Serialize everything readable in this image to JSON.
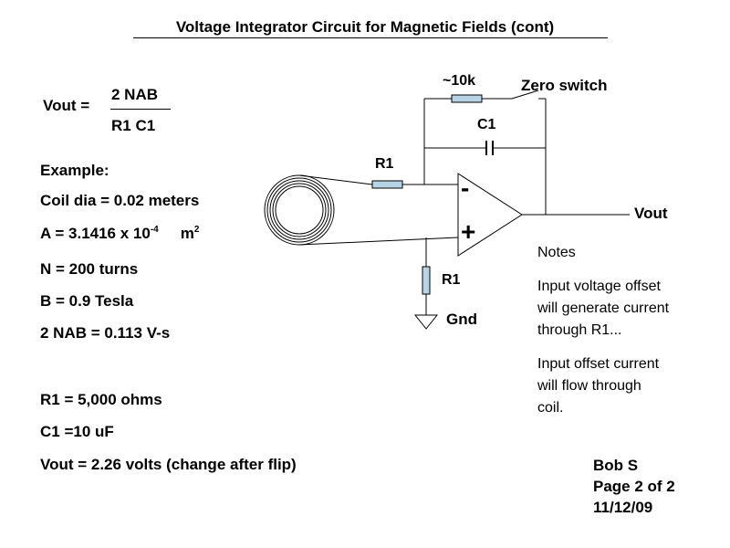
{
  "title": "Voltage Integrator Circuit for Magnetic Fields (cont)",
  "formula": {
    "lhs": "Vout =",
    "numerator": "2 NAB",
    "denominator": "R1 C1"
  },
  "example": {
    "heading": "Example:",
    "coil_dia": "Coil dia = 0.02 meters",
    "area_prefix": "A = 3.1416 x 10",
    "area_exp": "-4",
    "area_unit": "m",
    "area_unit_exp": "2",
    "turns": "N = 200 turns",
    "field": "B = 0.9 Tesla",
    "product": "2 NAB = 0.113 V-s",
    "r1": "R1 = 5,000 ohms",
    "c1": "C1 =10 uF",
    "vout": "Vout = 2.26 volts (change after flip)"
  },
  "circuit_labels": {
    "resistor_10k": "~10k",
    "zero_switch": "Zero switch",
    "capacitor": "C1",
    "input_resistor": "R1",
    "ground_resistor": "R1",
    "minus": "-",
    "plus": "+",
    "output": "Vout",
    "ground": "Gnd"
  },
  "notes": {
    "heading": "Notes",
    "note1": [
      "Input voltage offset",
      "will generate current",
      "through R1..."
    ],
    "note2": [
      "Input offset current",
      "will flow through",
      "coil."
    ]
  },
  "footer": {
    "author": "Bob S",
    "page": "Page 2 of 2",
    "date": "11/12/09"
  },
  "colors": {
    "resistor_fill": "#b7d3e6",
    "line": "#000000"
  }
}
